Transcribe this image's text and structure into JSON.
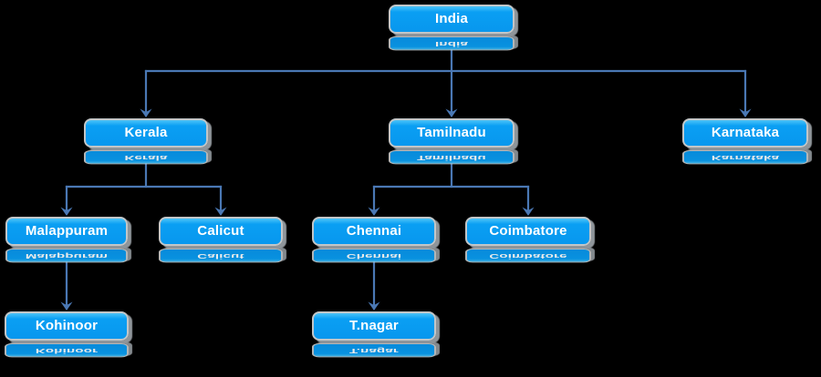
{
  "diagram": {
    "type": "org-tree",
    "description": "Hierarchy chart of Indian places with mirrored reflection styling on black background",
    "colors": {
      "background": "#000000",
      "node_fill": "#0a9ff3",
      "node_fill_top": "#4cc4f9",
      "node_border": "#c2c6c8",
      "node_shadow": "#8f959a",
      "connector": "#4a78b4",
      "text": "#ffffff"
    },
    "nodes": [
      {
        "id": "india",
        "label": "India",
        "parent": null
      },
      {
        "id": "kerala",
        "label": "Kerala",
        "parent": "india"
      },
      {
        "id": "tamilnadu",
        "label": "Tamilnadu",
        "parent": "india"
      },
      {
        "id": "karnataka",
        "label": "Karnataka",
        "parent": "india"
      },
      {
        "id": "malappuram",
        "label": "Malappuram",
        "parent": "kerala"
      },
      {
        "id": "calicut",
        "label": "Calicut",
        "parent": "kerala"
      },
      {
        "id": "chennai",
        "label": "Chennai",
        "parent": "tamilnadu"
      },
      {
        "id": "coimbatore",
        "label": "Coimbatore",
        "parent": "tamilnadu"
      },
      {
        "id": "kohinoor",
        "label": "Kohinoor",
        "parent": "malappuram"
      },
      {
        "id": "tnagar",
        "label": "T.nagar",
        "parent": "chennai"
      }
    ]
  }
}
